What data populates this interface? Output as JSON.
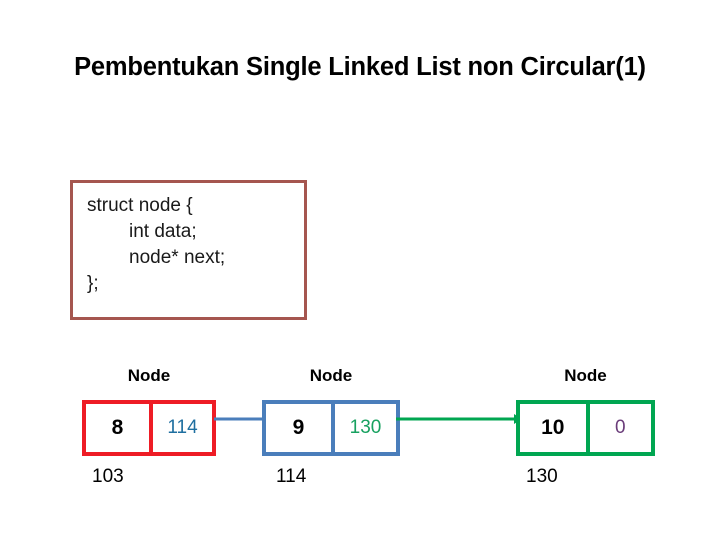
{
  "slide": {
    "title": "Pembentukan Single Linked List non Circular(1)",
    "background_color": "#ffffff"
  },
  "code_block": {
    "border_color": "#a5564f",
    "lines": [
      "struct node {",
      "int data;",
      "node* next;",
      "};"
    ]
  },
  "diagram": {
    "type": "singly-linked-list",
    "node_label": "Node",
    "nodes": [
      {
        "label": "Node",
        "data": "8",
        "next": "114",
        "address": "103",
        "border_color": "#ee1c25",
        "next_text_color": "#1f6fa0"
      },
      {
        "label": "Node",
        "data": "9",
        "next": "130",
        "address": "114",
        "border_color": "#4a7ebb",
        "next_text_color": "#18a160"
      },
      {
        "label": "Node",
        "data": "10",
        "next": "0",
        "address": "130",
        "border_color": "#00a651",
        "next_text_color": "#6b3d7a"
      }
    ],
    "arrows": [
      {
        "name": "arrow-node1-to-node2",
        "color": "#4a7ebb",
        "from": "114",
        "to": "114"
      },
      {
        "name": "arrow-node2-to-node3",
        "color": "#00a651",
        "from": "130",
        "to": "130"
      }
    ]
  }
}
